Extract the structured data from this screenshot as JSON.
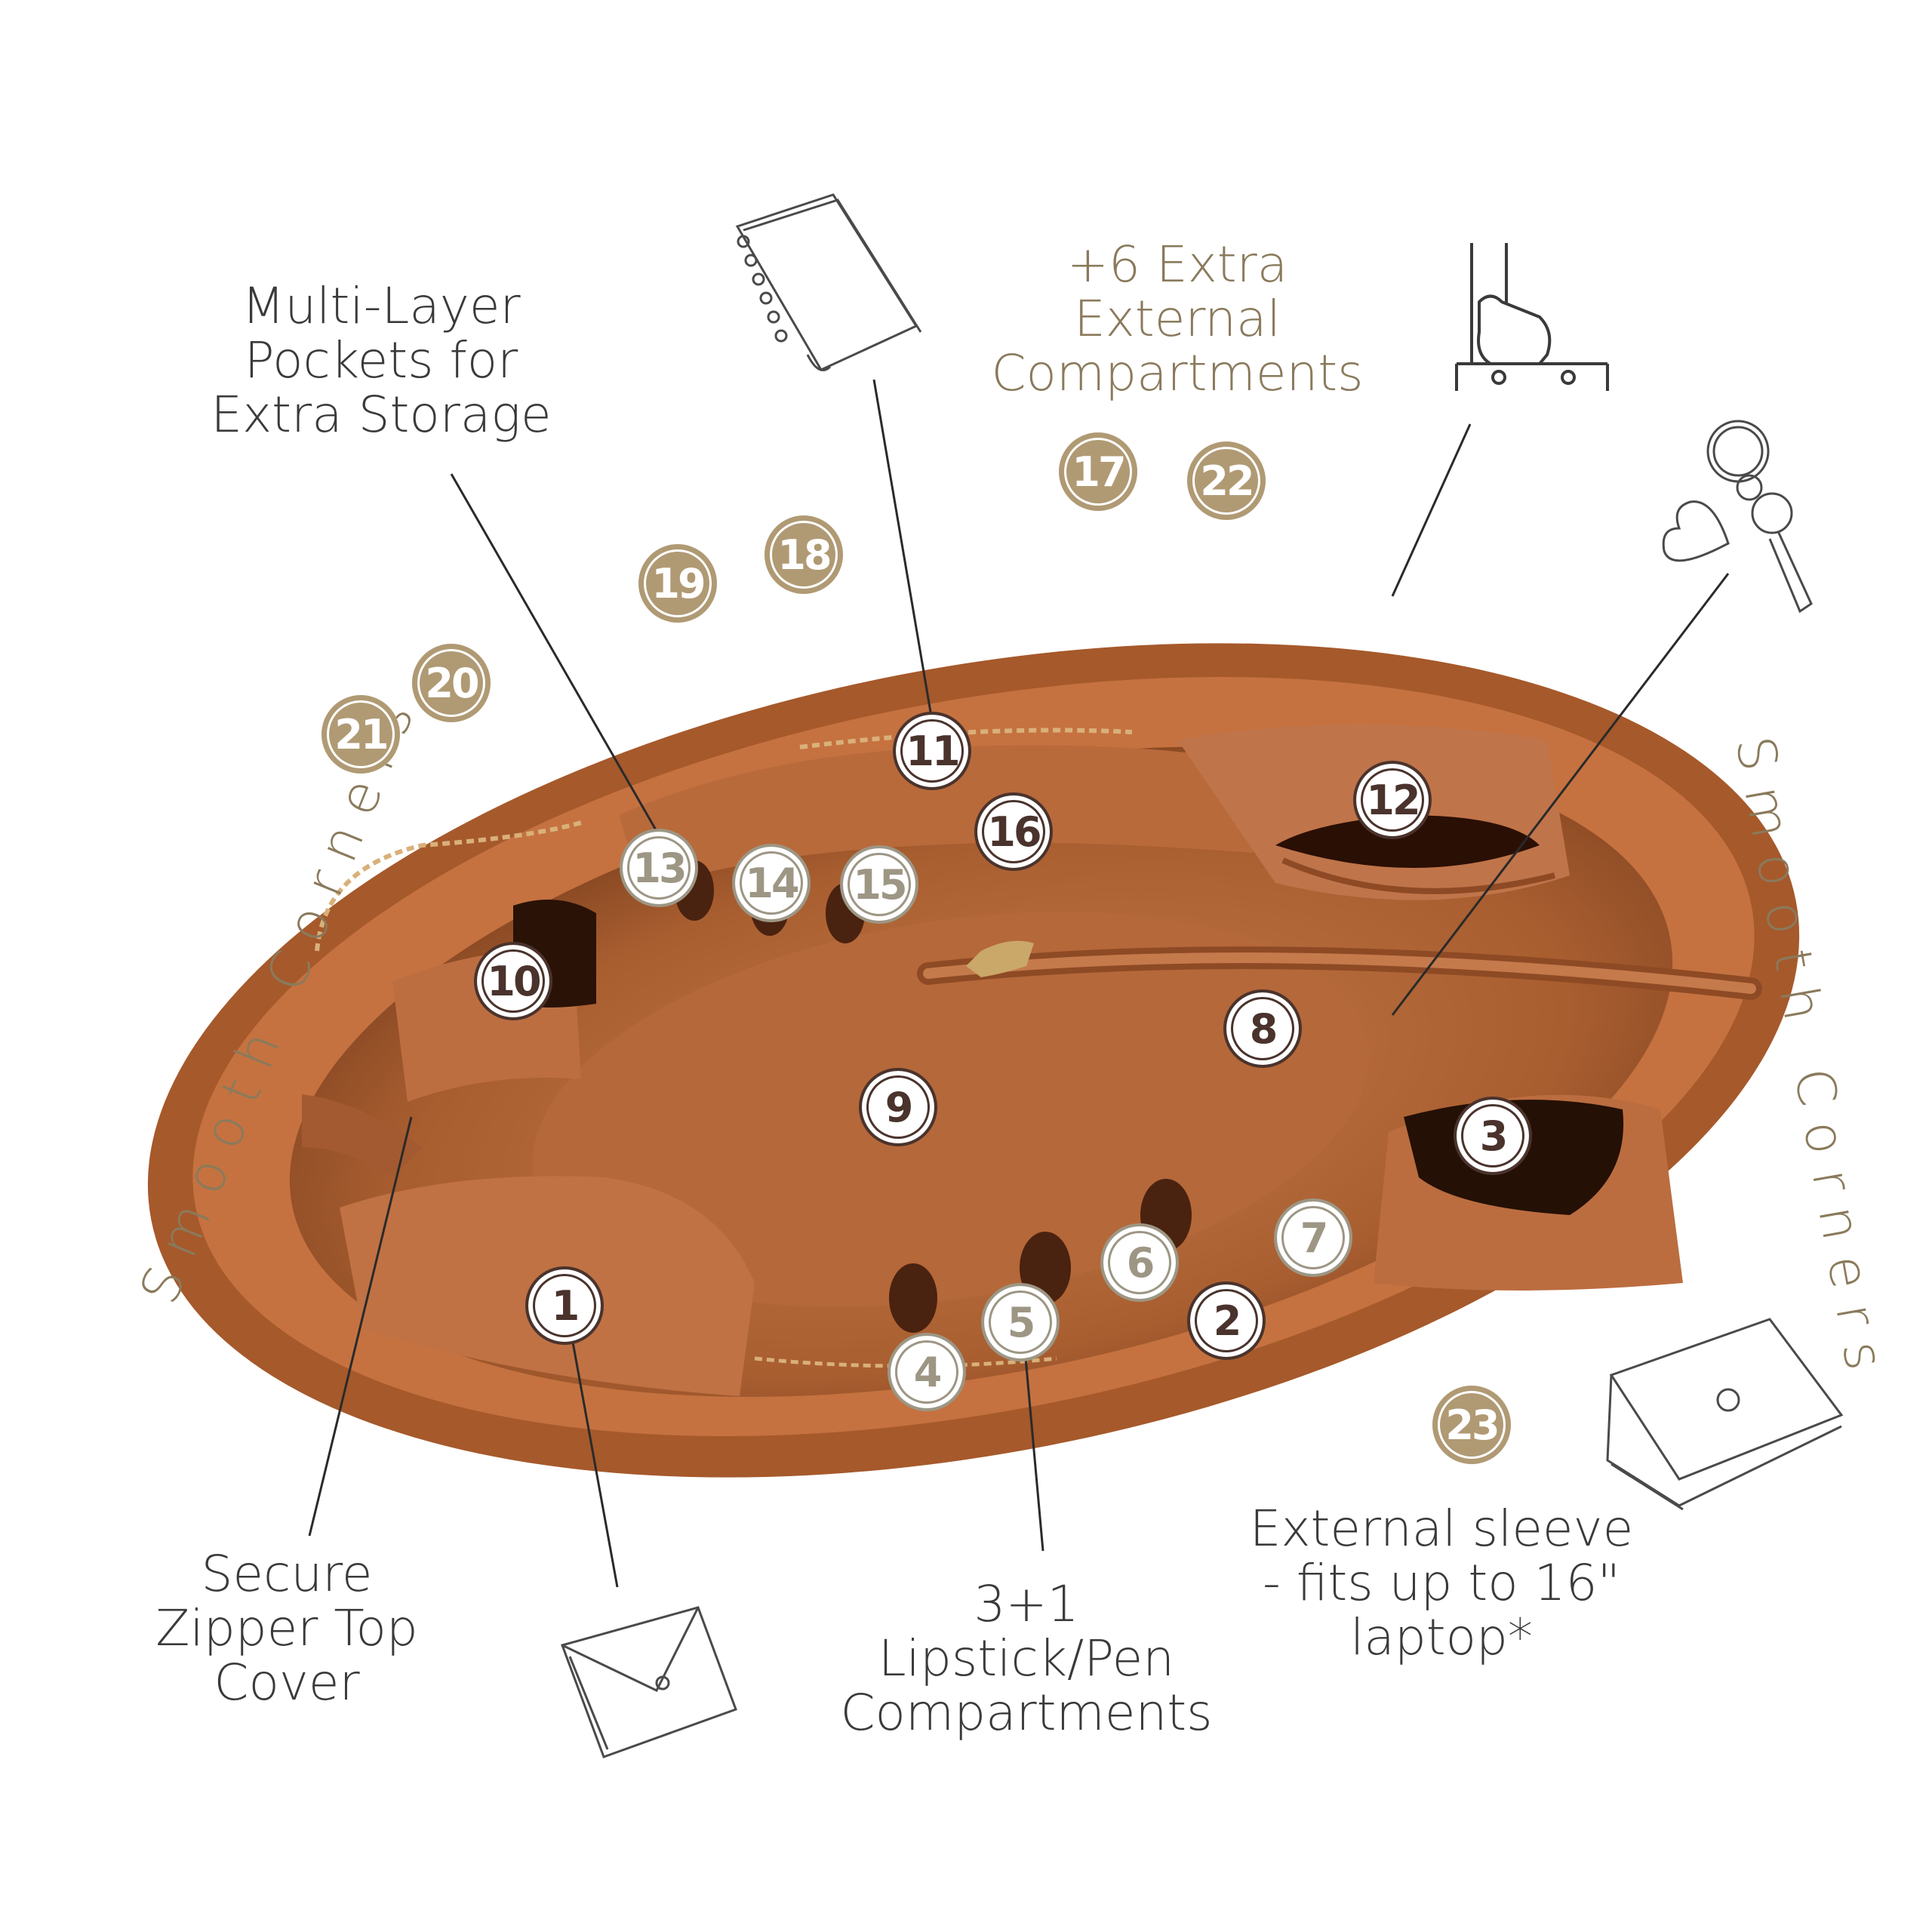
{
  "labels": {
    "multi_layer": "Multi-Layer\nPockets for\nExtra Storage",
    "extra_external": "+6 Extra\nExternal\nCompartments",
    "smooth_left": "Smooth Corners",
    "smooth_right": "Smooth Corners",
    "secure_zipper": "Secure\nZipper Top\nCover",
    "lipstick": "3+1\nLipstick/Pen\nCompartments",
    "sleeve": "External sleeve\n- fits up to 16\"\nlaptop*"
  },
  "badges": [
    {
      "n": "1",
      "style": "white"
    },
    {
      "n": "2",
      "style": "white"
    },
    {
      "n": "3",
      "style": "white"
    },
    {
      "n": "4",
      "style": "gray"
    },
    {
      "n": "5",
      "style": "gray"
    },
    {
      "n": "6",
      "style": "gray"
    },
    {
      "n": "7",
      "style": "gray"
    },
    {
      "n": "8",
      "style": "white"
    },
    {
      "n": "9",
      "style": "white"
    },
    {
      "n": "10",
      "style": "white"
    },
    {
      "n": "11",
      "style": "white"
    },
    {
      "n": "12",
      "style": "white"
    },
    {
      "n": "13",
      "style": "gray"
    },
    {
      "n": "14",
      "style": "gray"
    },
    {
      "n": "15",
      "style": "gray"
    },
    {
      "n": "16",
      "style": "white"
    },
    {
      "n": "17",
      "style": "gold"
    },
    {
      "n": "18",
      "style": "gold"
    },
    {
      "n": "19",
      "style": "gold"
    },
    {
      "n": "20",
      "style": "gold"
    },
    {
      "n": "21",
      "style": "gold"
    },
    {
      "n": "22",
      "style": "gold"
    },
    {
      "n": "23",
      "style": "gold"
    }
  ],
  "icons": [
    "notebook-icon",
    "luggage-handle-icon",
    "keychain-icon",
    "wallet-icon",
    "laptop-icon"
  ],
  "colors": {
    "organizer": "#b8693a",
    "organizer_dark": "#7a3e1c",
    "label_text": "#3a3a3a",
    "label_gold": "#8a7a5c",
    "badge_gold": "#b09a74",
    "badge_dark": "#4a332c"
  }
}
